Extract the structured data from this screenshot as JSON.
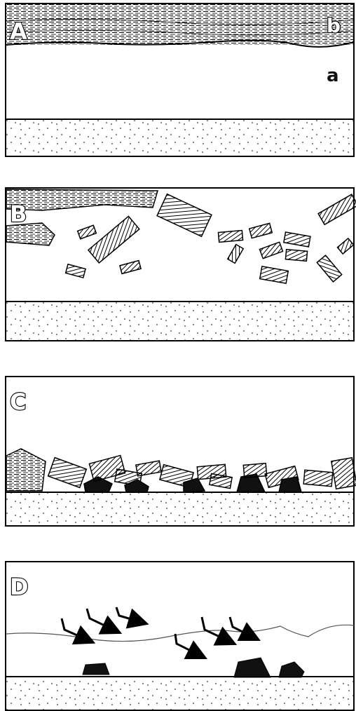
{
  "panels": [
    {
      "letter": "A",
      "layer_labels": [
        "b",
        "a"
      ]
    },
    {
      "letter": "B"
    },
    {
      "letter": "C"
    },
    {
      "letter": "D"
    }
  ],
  "colors": {
    "ink": "#000000",
    "paper": "#ffffff",
    "sand_dot": "#333333"
  }
}
